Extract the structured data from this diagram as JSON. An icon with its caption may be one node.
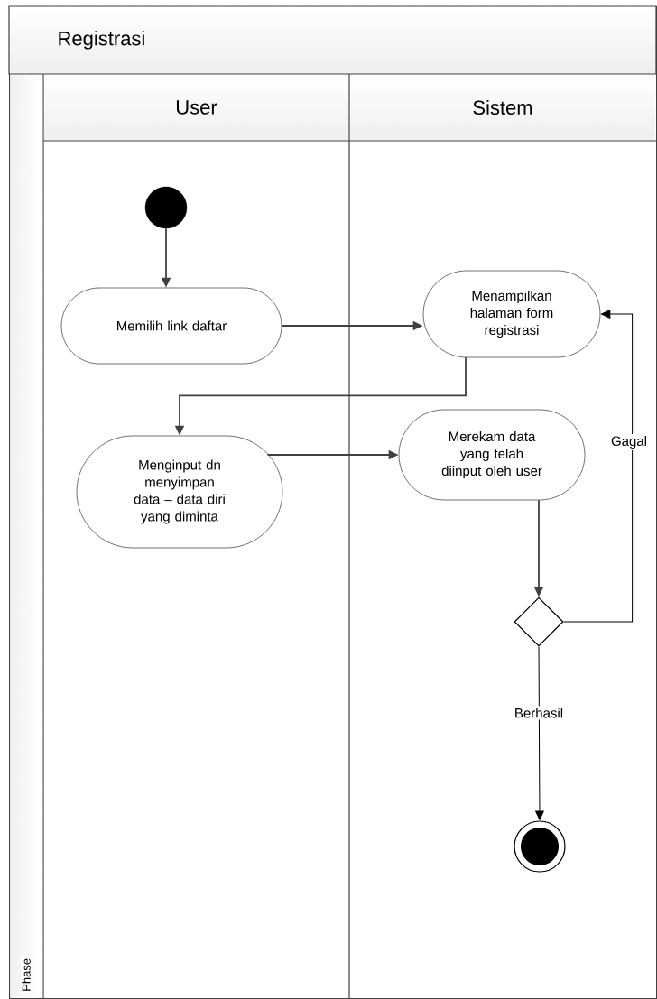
{
  "diagram": {
    "nodes": [
      {
        "text": [
          "Registrasi"
        ]
      },
      {
        "text": [
          "User"
        ],
        "in": 0
      },
      {
        "text": [
          "Sistem"
        ],
        "in": 0
      },
      {
        "text": [
          "Phase"
        ],
        "in": 0
      },
      {
        "text": [],
        "shape": "circle",
        "in": 1
      },
      {
        "text": [
          "Memilih link daftar"
        ],
        "in": 1
      },
      {
        "text": [
          "Menampilkan halaman form registrasi"
        ],
        "in": 2
      },
      {
        "text": [
          "Menginput dn menyimpan data – data diri yang diminta"
        ],
        "in": 1
      },
      {
        "text": [
          "Merekam data yang telah diinput oleh user"
        ],
        "in": 2
      },
      {
        "text": [],
        "shape": "diamond",
        "in": 2
      },
      {
        "text": [],
        "shape": "circle",
        "in": 2
      }
    ],
    "edges": [
      {
        "from": 4,
        "to": 5,
        "arrow": "to"
      },
      {
        "from": 5,
        "to": 6,
        "arrow": "to"
      },
      {
        "from": 6,
        "to": 7,
        "arrow": "to"
      },
      {
        "from": 7,
        "to": 8,
        "arrow": "to"
      },
      {
        "from": 8,
        "to": 9,
        "arrow": "to"
      },
      {
        "from": 9,
        "to": 6,
        "arrow": "to",
        "label": "Gagal",
        "color": "#000000"
      },
      {
        "from": 9,
        "to": 10,
        "arrow": "to",
        "label": "Berhasil",
        "color": "#000000"
      }
    ]
  }
}
